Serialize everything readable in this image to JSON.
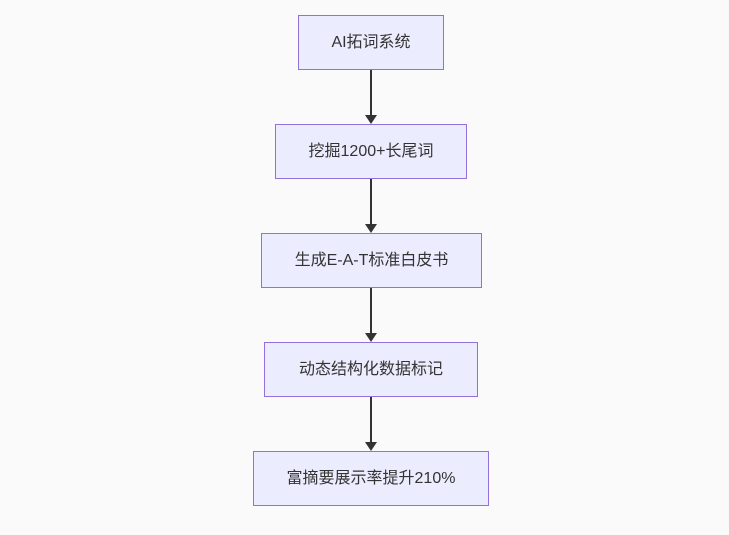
{
  "flowchart": {
    "type": "flowchart",
    "direction": "top-down",
    "nodes": [
      {
        "id": "node-ai-expansion-system",
        "label": "AI拓词系统"
      },
      {
        "id": "node-longtail-mining",
        "label": "挖掘1200+长尾词"
      },
      {
        "id": "node-eat-whitepaper",
        "label": "生成E-A-T标准白皮书"
      },
      {
        "id": "node-structured-data-markup",
        "label": "动态结构化数据标记"
      },
      {
        "id": "node-rich-snippet-result",
        "label": "富摘要展示率提升210%"
      }
    ],
    "edges": [
      {
        "from": "node-ai-expansion-system",
        "to": "node-longtail-mining"
      },
      {
        "from": "node-longtail-mining",
        "to": "node-eat-whitepaper"
      },
      {
        "from": "node-eat-whitepaper",
        "to": "node-structured-data-markup"
      },
      {
        "from": "node-structured-data-markup",
        "to": "node-rich-snippet-result"
      }
    ],
    "colors": {
      "node_fill": "#ECECFF",
      "node_border": "#9370DB",
      "arrow": "#333333",
      "text": "#333333",
      "background": "#fafafa"
    }
  }
}
